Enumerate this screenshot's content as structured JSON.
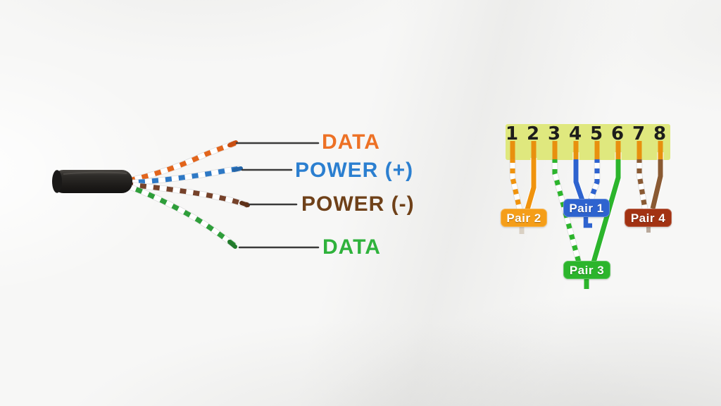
{
  "left_diagram": {
    "labels": [
      {
        "text": "DATA",
        "color": "#ED7125"
      },
      {
        "text": "POWER (+)",
        "color": "#2B7FD0"
      },
      {
        "text": "POWER (-)",
        "color": "#6F4119"
      },
      {
        "text": "DATA",
        "color": "#2FB23C"
      }
    ],
    "cable_jacket_color": "#24221f",
    "pair_wire_colors": {
      "orange": "#E2651C",
      "blue": "#2E79C5",
      "brown": "#76422A",
      "green": "#2E9E3A"
    }
  },
  "pinout": {
    "header_strip_color": "#DFE87E",
    "pin_contact_color": "#E8900E",
    "pins": [
      {
        "number": "1",
        "wire": "white-orange"
      },
      {
        "number": "2",
        "wire": "orange"
      },
      {
        "number": "3",
        "wire": "white-green"
      },
      {
        "number": "4",
        "wire": "blue"
      },
      {
        "number": "5",
        "wire": "white-blue"
      },
      {
        "number": "6",
        "wire": "green"
      },
      {
        "number": "7",
        "wire": "white-brown"
      },
      {
        "number": "8",
        "wire": "brown"
      }
    ],
    "pairs": [
      {
        "label": "Pair 2",
        "color": "#F59E19",
        "pins": "1-2"
      },
      {
        "label": "Pair 1",
        "color": "#2E63CF",
        "pins": "4-5"
      },
      {
        "label": "Pair 4",
        "color": "#A23212",
        "pins": "7-8"
      },
      {
        "label": "Pair 3",
        "color": "#2CB52C",
        "pins": "3-6"
      }
    ]
  }
}
